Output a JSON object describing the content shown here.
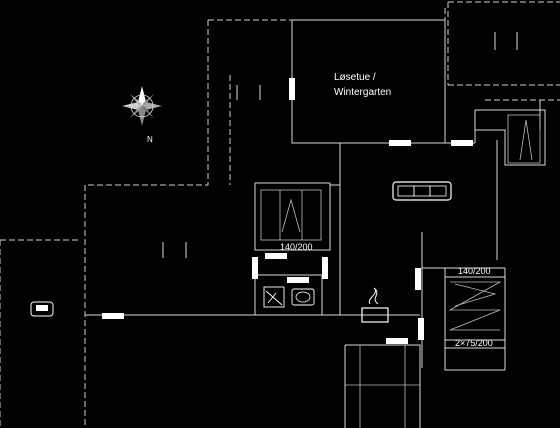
{
  "rooms": {
    "lounge_line1": "Løsetue /",
    "lounge_line2": "Wintergarten"
  },
  "dimensions": {
    "door_a": "140/200",
    "door_b": "140/200",
    "door_c": "2×75/200"
  },
  "compass": {
    "north_label": "N"
  },
  "colors": {
    "background": "#000000",
    "lines": "#d8d8d8",
    "openings": "#ffffff"
  }
}
